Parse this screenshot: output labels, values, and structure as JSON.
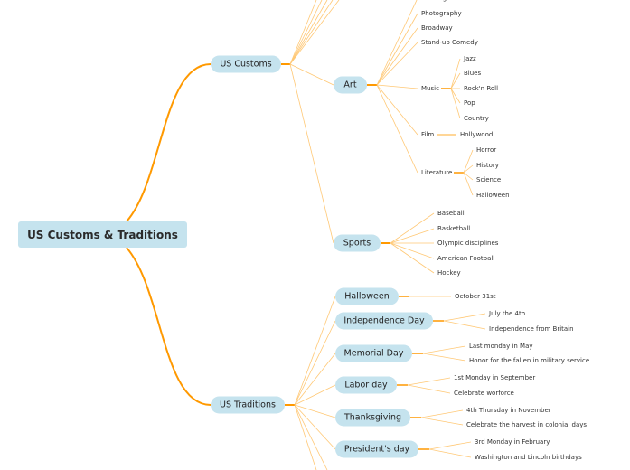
{
  "root": "US Customs & Traditions",
  "customs": {
    "label": "US Customs",
    "art": {
      "label": "Art",
      "leaves": [
        "Painting",
        "Photography",
        "Broadway",
        "Stand-up Comedy"
      ],
      "music": {
        "label": "Music",
        "children": [
          "Jazz",
          "Blues",
          "Rock'n Roll",
          "Pop",
          "Country"
        ]
      },
      "film": {
        "label": "Film",
        "children": [
          "Hollywood"
        ]
      },
      "literature": {
        "label": "Literature",
        "children": [
          "Horror",
          "History",
          "Science",
          "Halloween"
        ]
      }
    },
    "sports": {
      "label": "Sports",
      "children": [
        "Baseball",
        "Basketball",
        "Olympic disciplines",
        "American Football",
        "Hockey"
      ]
    }
  },
  "traditions": {
    "label": "US Traditions",
    "items": [
      {
        "label": "Halloween",
        "children": [
          "October 31st"
        ]
      },
      {
        "label": "Independence Day",
        "children": [
          "July the 4th",
          "Independence from Britain"
        ]
      },
      {
        "label": "Memorial Day",
        "children": [
          "Last monday in May",
          "Honor for the fallen in military service"
        ]
      },
      {
        "label": "Labor day",
        "children": [
          "1st Monday in September",
          "Celebrate worforce"
        ]
      },
      {
        "label": "Thanksgiving",
        "children": [
          "4th Thursday in November",
          "Celebrate the harvest in colonial days"
        ]
      },
      {
        "label": "President's day",
        "children": [
          "3rd Monday in February",
          "Washington and Lincoln birthdays"
        ]
      }
    ]
  },
  "colors": {
    "node": "#c5e3ee",
    "branch": "#ff9900",
    "connector": "#ffc875"
  }
}
